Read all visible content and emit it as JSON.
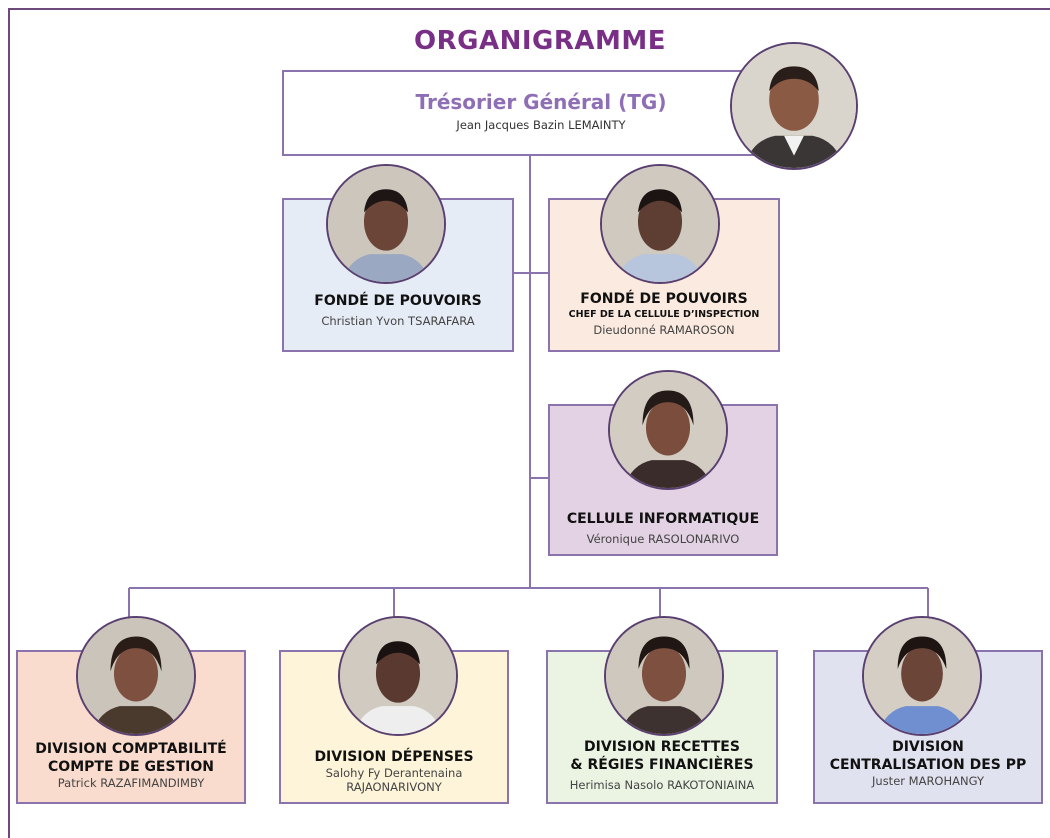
{
  "title": "ORGANIGRAMME",
  "colors": {
    "frame": "#6e4a7c",
    "title": "#7a2f86",
    "connector": "#8b74ad",
    "tg_title": "#8e6fb5"
  },
  "tg": {
    "title": "Trésorier Général (TG)",
    "name": "Jean Jacques  Bazin LEMAINTY"
  },
  "fonde1": {
    "role": "FONDÉ DE POUVOIRS",
    "name": "Christian Yvon TSARAFARA",
    "bg": "#e6ecf6"
  },
  "fonde2": {
    "role": "FONDÉ DE POUVOIRS",
    "sub_role": "CHEF DE LA CELLULE D’INSPECTION",
    "name": "Dieudonné RAMAROSON",
    "bg": "#fbeadf"
  },
  "cellule": {
    "role": "CELLULE INFORMATIQUE",
    "name": "Véronique RASOLONARIVO",
    "bg": "#e2d2e3"
  },
  "divisions": [
    {
      "role_line1": "DIVISION COMPTABILITÉ",
      "role_line2": "COMPTE DE GESTION",
      "name_line1": "Patrick RAZAFIMANDIMBY",
      "name_line2": "",
      "bg": "#fadcce"
    },
    {
      "role_line1": "DIVISION DÉPENSES",
      "role_line2": "",
      "name_line1": "Salohy Fy Derantenaina",
      "name_line2": "RAJAONARIVONY",
      "bg": "#fdf4d9"
    },
    {
      "role_line1": "DIVISION RECETTES",
      "role_line2": "& RÉGIES FINANCIÈRES",
      "name_line1": "Herimisa Nasolo RAKOTONIAINA",
      "name_line2": "",
      "bg": "#ebf3e2"
    },
    {
      "role_line1": "DIVISION",
      "role_line2": "CENTRALISATION DES PP",
      "name_line1": "Juster MAROHANGY",
      "name_line2": "",
      "bg": "#e1e2f0"
    }
  ]
}
